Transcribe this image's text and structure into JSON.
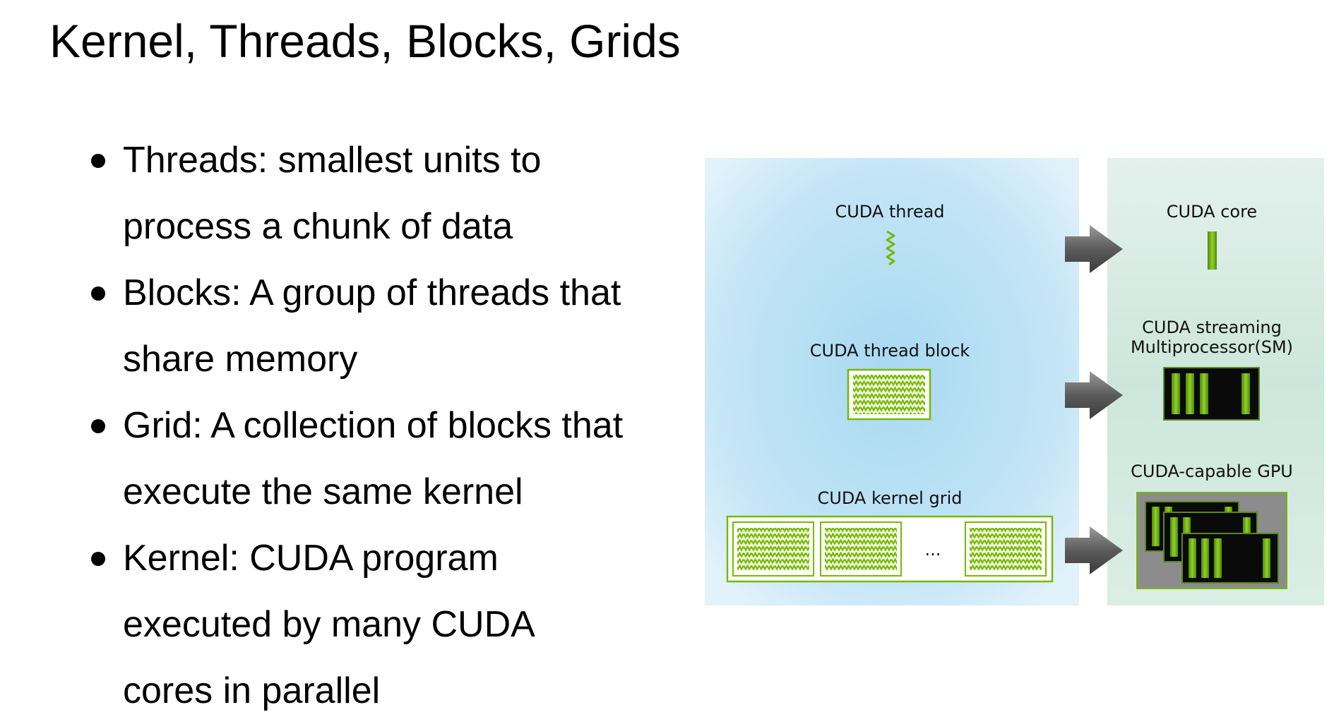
{
  "title": "Kernel, Threads, Blocks, Grids",
  "bullets": [
    {
      "lines": [
        "Threads: smallest units to",
        "process a chunk of data"
      ]
    },
    {
      "lines": [
        "Blocks: A group of threads that",
        "share memory"
      ]
    },
    {
      "lines": [
        "Grid: A collection of blocks that",
        "execute the same kernel"
      ]
    },
    {
      "lines": [
        "Kernel: CUDA program",
        "executed by many CUDA",
        "cores in parallel"
      ]
    }
  ],
  "diagram": {
    "software": {
      "thread_label": "CUDA thread",
      "block_label": "CUDA thread block",
      "grid_label": "CUDA kernel grid",
      "ellipsis": "..."
    },
    "hardware": {
      "core_label": "CUDA core",
      "sm_label_line1": "CUDA streaming",
      "sm_label_line2": "Multiprocessor(SM)",
      "gpu_label": "CUDA-capable GPU"
    },
    "colors": {
      "accent_green": "#76b900",
      "left_panel": "#bfe3f5",
      "right_panel": "#d3e9e1",
      "arrow": "#5b5b5b"
    }
  }
}
